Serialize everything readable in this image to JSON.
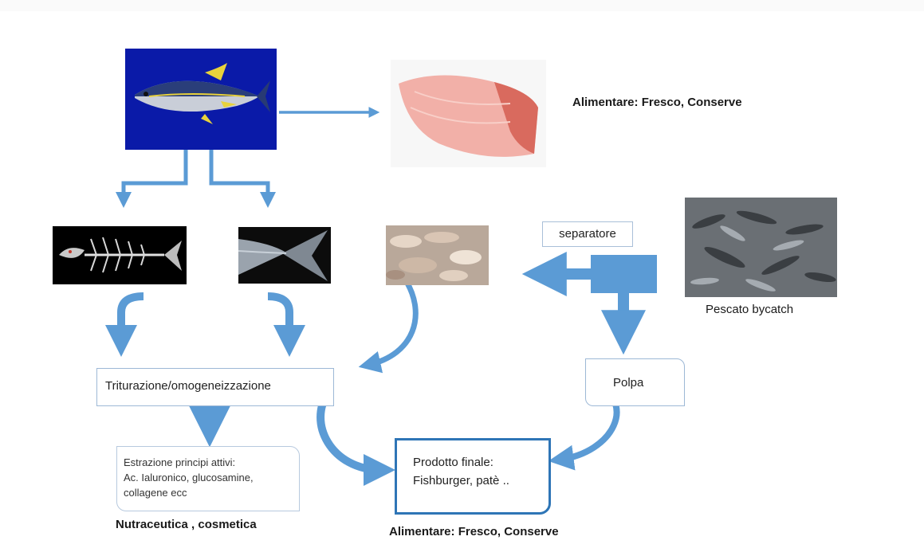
{
  "diagram": {
    "labels": {
      "fillet_use": "Alimentare: Fresco, Conserve",
      "bycatch": "Pescato bycatch",
      "separator": "separatore",
      "pulp": "Polpa",
      "grinding": "Triturazione/omogeneizzazione",
      "extraction": [
        "Estrazione principi attivi:",
        "Ac. Ialuronico, glucosamine,",
        "collagene ecc"
      ],
      "final_product": [
        "Prodotto finale:",
        "Fishburger, patè .."
      ],
      "nutra": "Nutraceutica , cosmetica",
      "final_use": "Alimentare: Fresco, Conserve"
    },
    "images": [
      "tuna-fish",
      "tuna-fillet",
      "fish-skeleton",
      "fish-tail",
      "fish-scraps",
      "bycatch-pile"
    ],
    "colors": {
      "arrow": "#5b9bd5",
      "box_border": "#9db8d6",
      "final_border": "#2e75b6",
      "tuna_bg": "#0a1aa8"
    }
  }
}
